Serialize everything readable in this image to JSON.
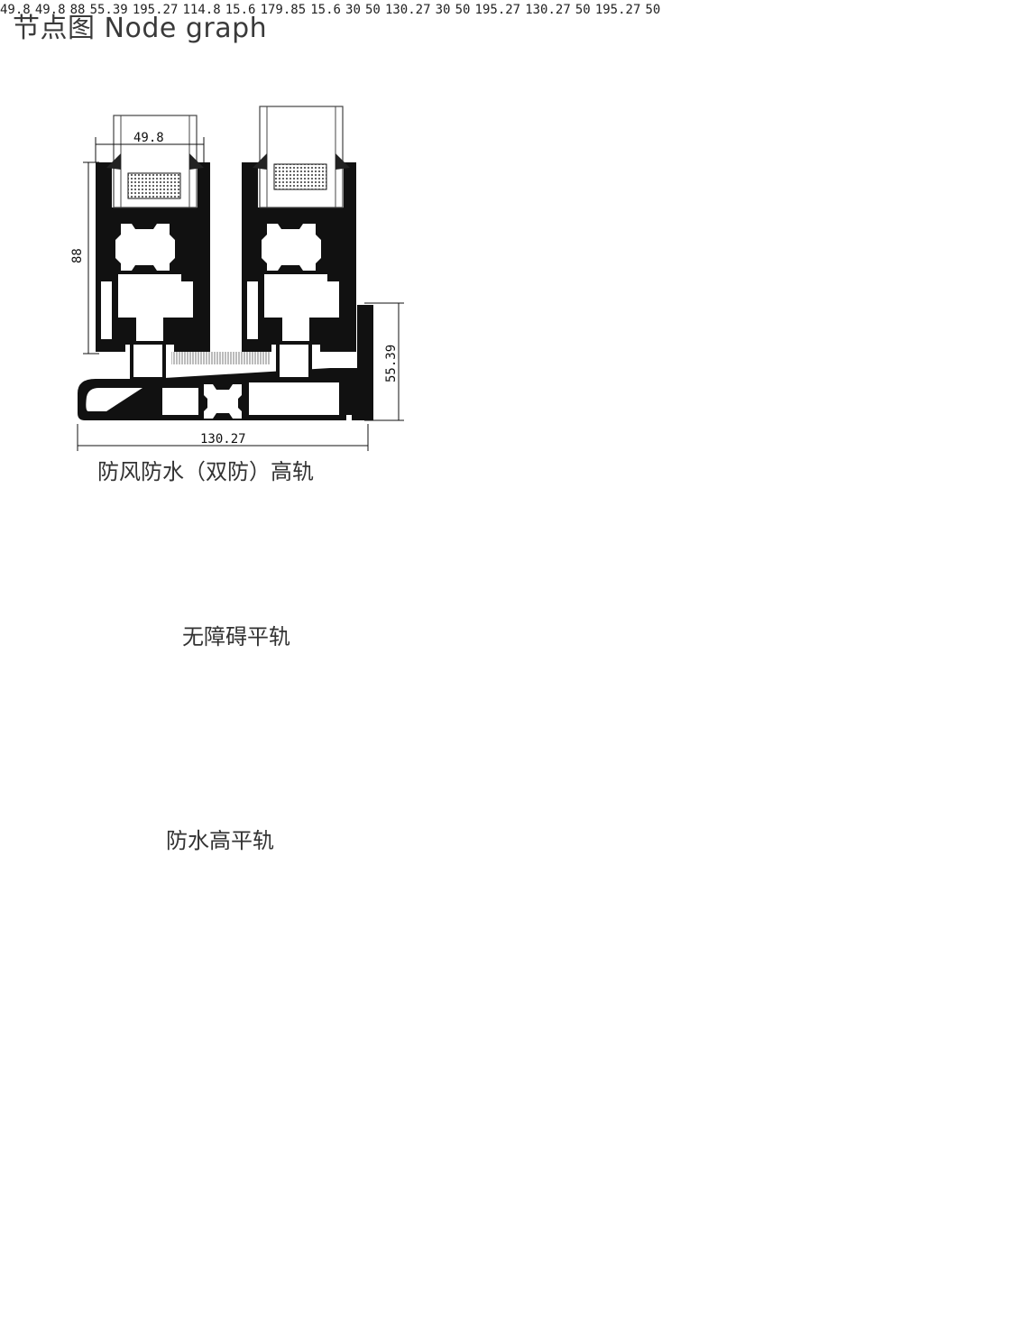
{
  "page": {
    "title": "节点图  Node graph"
  },
  "sections": [
    {
      "id": "double-proof-high-track",
      "caption": "防风防水（双防）高轨",
      "left": {
        "height": "88",
        "glass_width": "49.8",
        "side_height": "55.39",
        "width": "130.27"
      },
      "right": {
        "height": "88",
        "glass_width_a": "49.8",
        "glass_width_b": "49.8",
        "side_height": "55.39",
        "width": "195.27"
      }
    },
    {
      "id": "barrier-free-flat-track",
      "caption": "无障碍平轨",
      "left": {
        "width": "114.8",
        "height": "15.6"
      },
      "right": {
        "width": "179.85",
        "height": "15.6"
      }
    },
    {
      "id": "waterproof-high-flat-track",
      "caption": "防水高平轨",
      "left": {
        "inner_height": "30",
        "outer_height": "50",
        "width": "130.27"
      },
      "right": {
        "inner_height": "30",
        "outer_height": "50",
        "width": "195.27"
      }
    },
    {
      "id": "side-sections",
      "left": {
        "height": "130.27",
        "width": "50"
      },
      "right": {
        "height": "195.27",
        "width": "50"
      }
    }
  ]
}
